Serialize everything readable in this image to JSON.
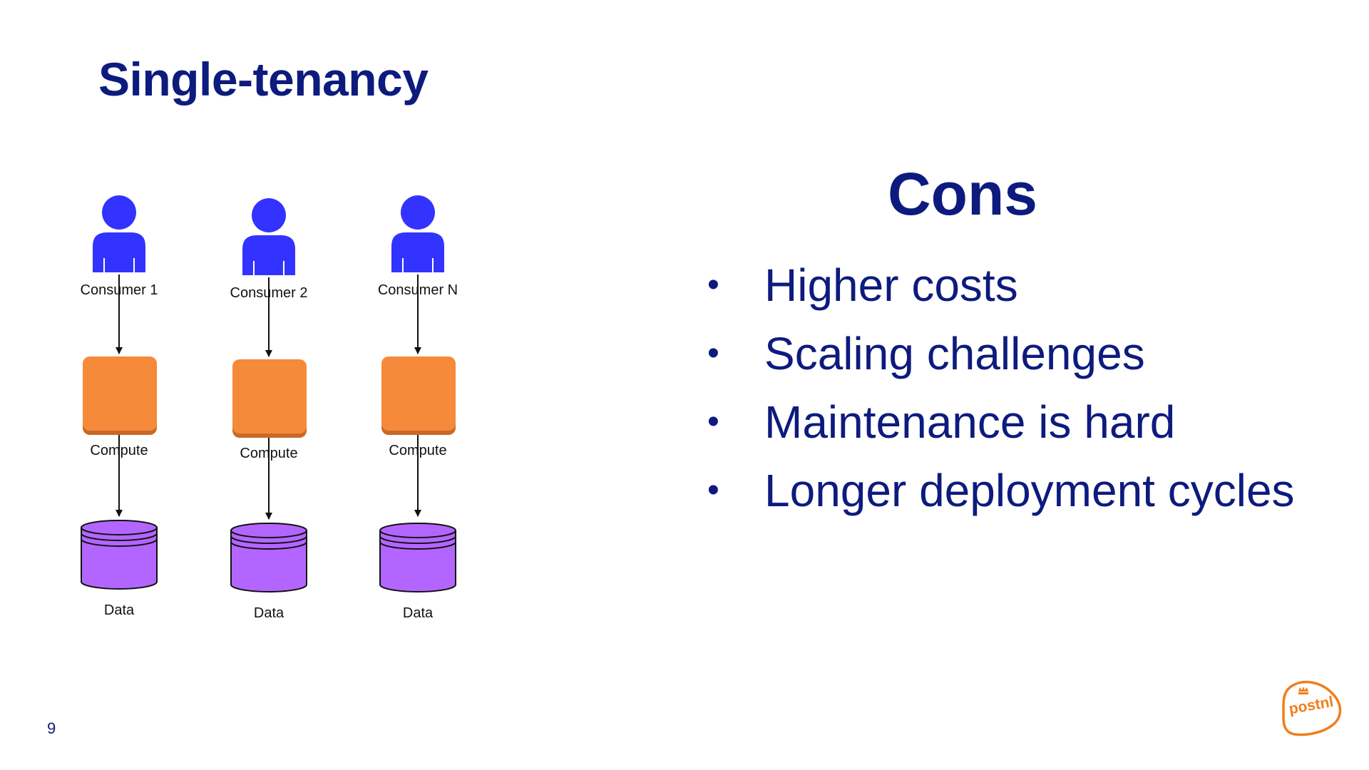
{
  "slide": {
    "title": "Single-tenancy",
    "page_number": "9"
  },
  "diagram": {
    "columns": [
      {
        "consumer_label": "Consumer 1",
        "compute_label": "Compute",
        "data_label": "Data"
      },
      {
        "consumer_label": "Consumer 2",
        "compute_label": "Compute",
        "data_label": "Data"
      },
      {
        "consumer_label": "Consumer N",
        "compute_label": "Compute",
        "data_label": "Data"
      }
    ]
  },
  "cons": {
    "heading": "Cons",
    "items": [
      "Higher costs",
      "Scaling challenges",
      "Maintenance is hard",
      "Longer deployment cycles"
    ]
  },
  "logo": {
    "text": "postnl",
    "icon": "crown-icon"
  },
  "colors": {
    "title": "#0d1b7e",
    "consumer": "#3333ff",
    "compute": "#f58a3a",
    "compute_shadow": "#c86a25",
    "data": "#b366ff",
    "logo": "#f07e1b"
  }
}
